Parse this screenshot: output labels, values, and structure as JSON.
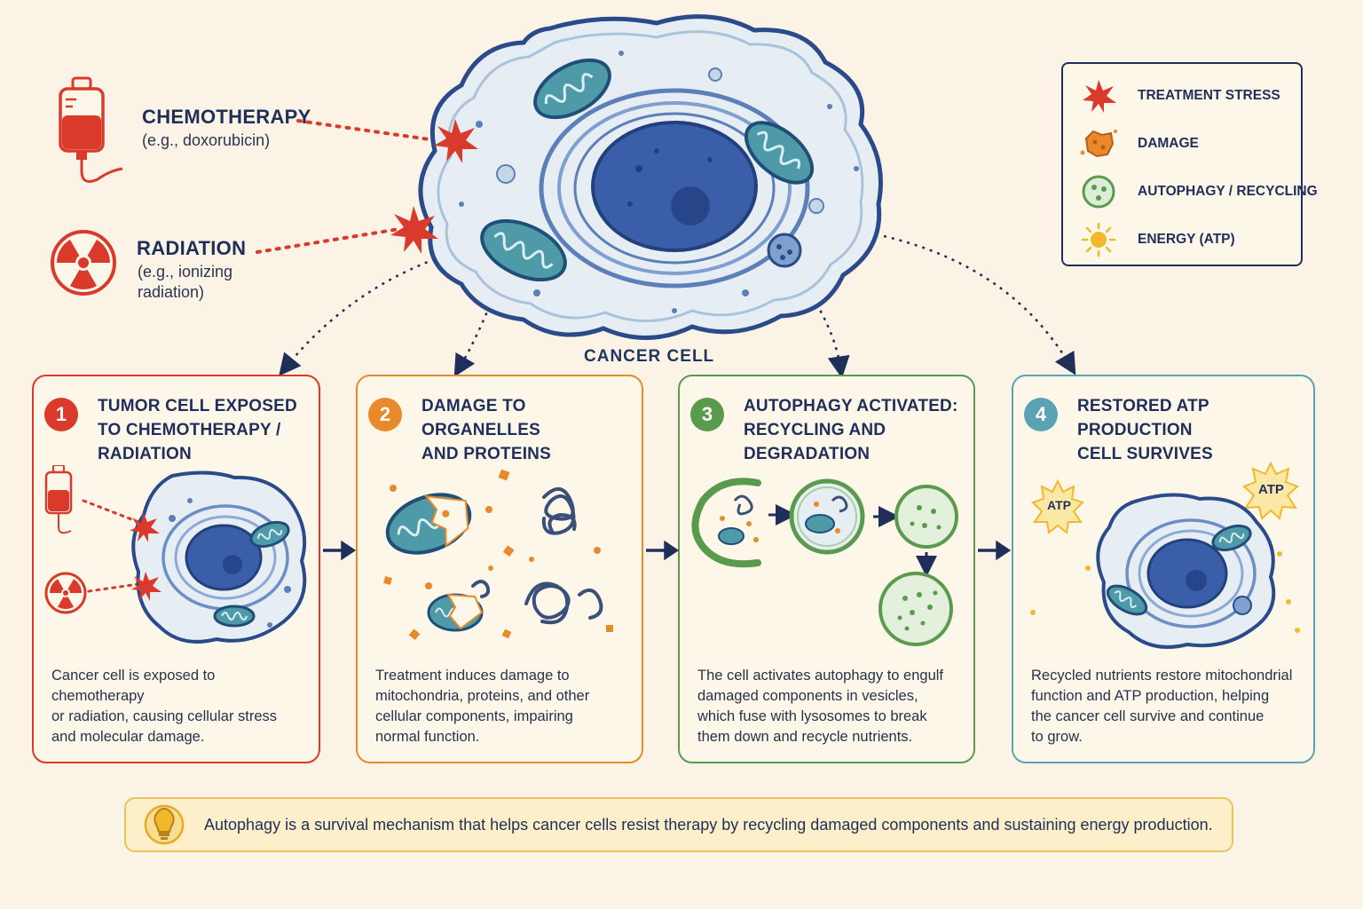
{
  "treatments": {
    "chemo": {
      "title": "CHEMOTHERAPY",
      "subtitle": "(e.g., doxorubicin)"
    },
    "radiation": {
      "title": "RADIATION",
      "subtitle_line1": "(e.g., ionizing",
      "subtitle_line2": "radiation)"
    }
  },
  "main_cell_label": "CANCER CELL",
  "legend": {
    "items": [
      {
        "label": "TREATMENT STRESS",
        "icon": "starburst-icon",
        "color": "#d93a2b"
      },
      {
        "label": "DAMAGE",
        "icon": "damage-icon",
        "color": "#e88a2a"
      },
      {
        "label": "AUTOPHAGY / RECYCLING",
        "icon": "autophagy-icon",
        "color": "#5a9a4c"
      },
      {
        "label": "ENERGY (ATP)",
        "icon": "sun-icon",
        "color": "#f1b92a"
      }
    ]
  },
  "steps": [
    {
      "number": "1",
      "title_line1": "TUMOR CELL EXPOSED",
      "title_line2": "TO CHEMOTHERAPY /",
      "title_line3": "RADIATION",
      "desc_line1": "Cancer cell is exposed to chemotherapy",
      "desc_line2": "or radiation, causing cellular stress",
      "desc_line3": "and molecular damage.",
      "color": "#d93a2b"
    },
    {
      "number": "2",
      "title_line1": "DAMAGE TO ORGANELLES",
      "title_line2": "AND PROTEINS",
      "desc_line1": "Treatment induces damage to",
      "desc_line2": "mitochondria, proteins, and other",
      "desc_line3": "cellular components, impairing",
      "desc_line4": "normal function.",
      "color": "#e88a2a"
    },
    {
      "number": "3",
      "title_line1": "AUTOPHAGY ACTIVATED:",
      "title_line2": "RECYCLING AND",
      "title_line3": "DEGRADATION",
      "desc_line1": "The cell activates autophagy to engulf",
      "desc_line2": "damaged components in vesicles,",
      "desc_line3": "which fuse with lysosomes to break",
      "desc_line4": "them down and recycle nutrients.",
      "color": "#5a9a4c"
    },
    {
      "number": "4",
      "title_line1": "RESTORED ATP PRODUCTION",
      "title_line2": "CELL SURVIVES",
      "desc_line1": "Recycled nutrients restore mitochondrial",
      "desc_line2": "function and ATP production, helping",
      "desc_line3": "the cancer cell survive and continue",
      "desc_line4": "to grow.",
      "color": "#5aa3b3"
    }
  ],
  "atp_label": "ATP",
  "summary": "Autophagy is a survival mechanism that helps cancer cells resist therapy by recycling damaged components and sustaining energy production."
}
